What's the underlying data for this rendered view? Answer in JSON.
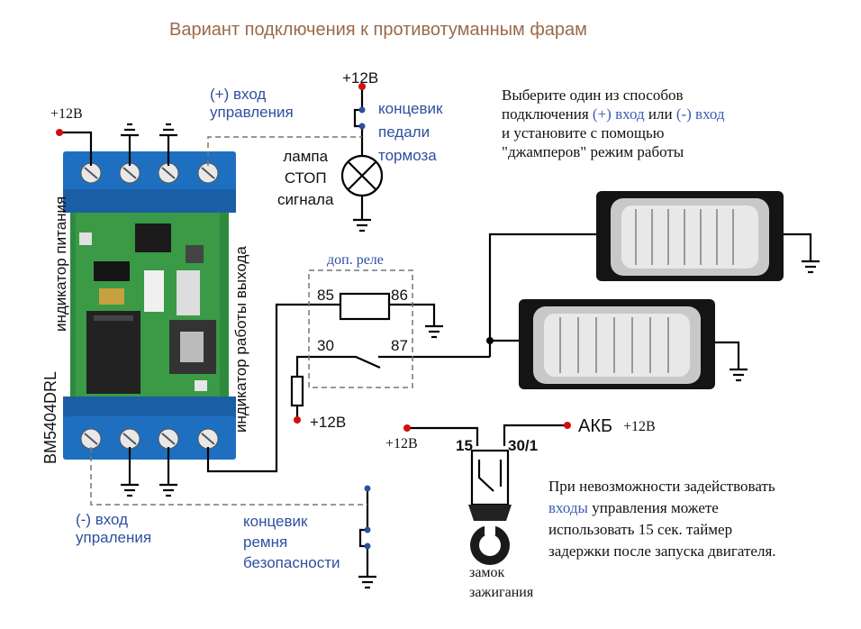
{
  "title": "Вариант подключения к противотуманным фарам",
  "module": {
    "name": "BM5404DRL",
    "power_indicator": "индикатор питания",
    "output_indicator": "индикатор работы выхода"
  },
  "labels": {
    "plus12_left": "+12В",
    "plus_input_line1": "(+) вход",
    "plus_input_line2": "управления",
    "plus12_top": "+12В",
    "brake_switch_line1": "концевик",
    "brake_switch_line2": "педали",
    "brake_switch_line3": "тормоза",
    "lamp_line1": "лампа",
    "lamp_line2": "СТОП",
    "lamp_line3": "сигнала",
    "relay_title": "доп. реле",
    "pin85": "85",
    "pin86": "86",
    "pin30": "30",
    "pin87": "87",
    "plus12_relay": "+12В",
    "minus_input_line1": "(-) вход",
    "minus_input_line2": "упраления",
    "belt_switch_line1": "концевик",
    "belt_switch_line2": "ремня",
    "belt_switch_line3": "безопасности",
    "plus12_ign": "+12В",
    "pin15": "15",
    "pin30_1": "30/1",
    "battery": "АКБ",
    "plus12_battery": "+12В",
    "ignition_line1": "замок",
    "ignition_line2": "зажигания"
  },
  "instruction": {
    "line1": "Выберите один из способов",
    "line2_a": "подключения ",
    "line2_b": "(+) вход",
    "line2_c": " или ",
    "line2_d": "(-) вход",
    "line3": "и установите с помощью",
    "line4": "\"джамперов\" режим работы"
  },
  "note": {
    "line1": "При невозможности задействовать",
    "line2_a": "входы",
    "line2_b": " управления можете",
    "line3": "использовать 15 сек. таймер",
    "line4": "задержки после запуска двигателя."
  },
  "colors": {
    "title": "#9a6a4a",
    "label_blue": "#2f4f9f",
    "board_green": "#2e8b3e",
    "terminal_blue": "#1f6fc0",
    "wire": "#000000",
    "dashed": "#777777",
    "red_dot": "#d01010"
  }
}
